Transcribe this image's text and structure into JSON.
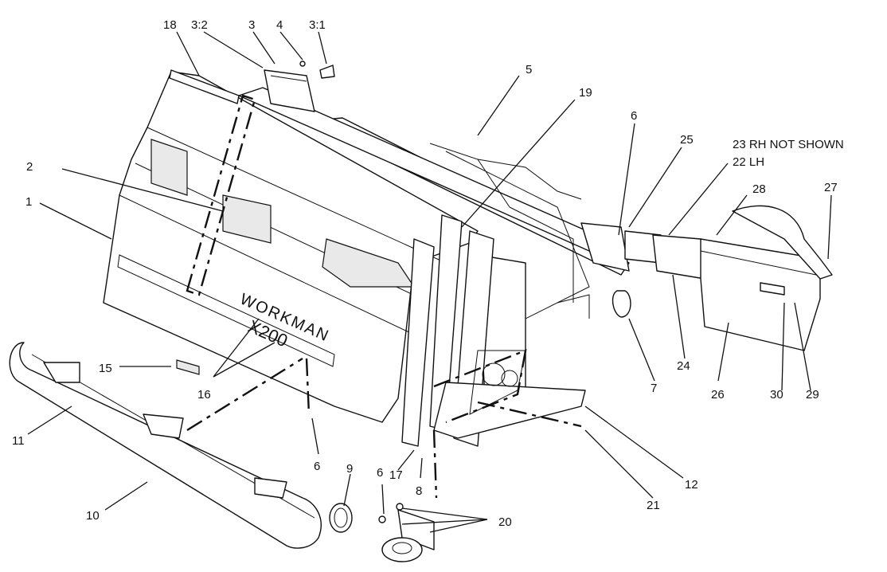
{
  "diagram": {
    "labels": {
      "l1": "1",
      "l2": "2",
      "l3": "3",
      "l3_1": "3:1",
      "l3_2": "3:2",
      "l4": "4",
      "l5": "5",
      "l6a": "6",
      "l6b": "6",
      "l6c": "6",
      "l7": "7",
      "l8": "8",
      "l9": "9",
      "l10": "10",
      "l11": "11",
      "l12": "12",
      "l15": "15",
      "l16": "16",
      "l17": "17",
      "l18": "18",
      "l19": "19",
      "l20": "20",
      "l21": "21",
      "l22": "22  LH",
      "l23": "23  RH NOT SHOWN",
      "l24": "24",
      "l25": "25",
      "l26": "26",
      "l27": "27",
      "l28": "28",
      "l29": "29",
      "l30": "30"
    },
    "hood_text": {
      "brand": "WORKMAN",
      "model": "X200"
    }
  }
}
